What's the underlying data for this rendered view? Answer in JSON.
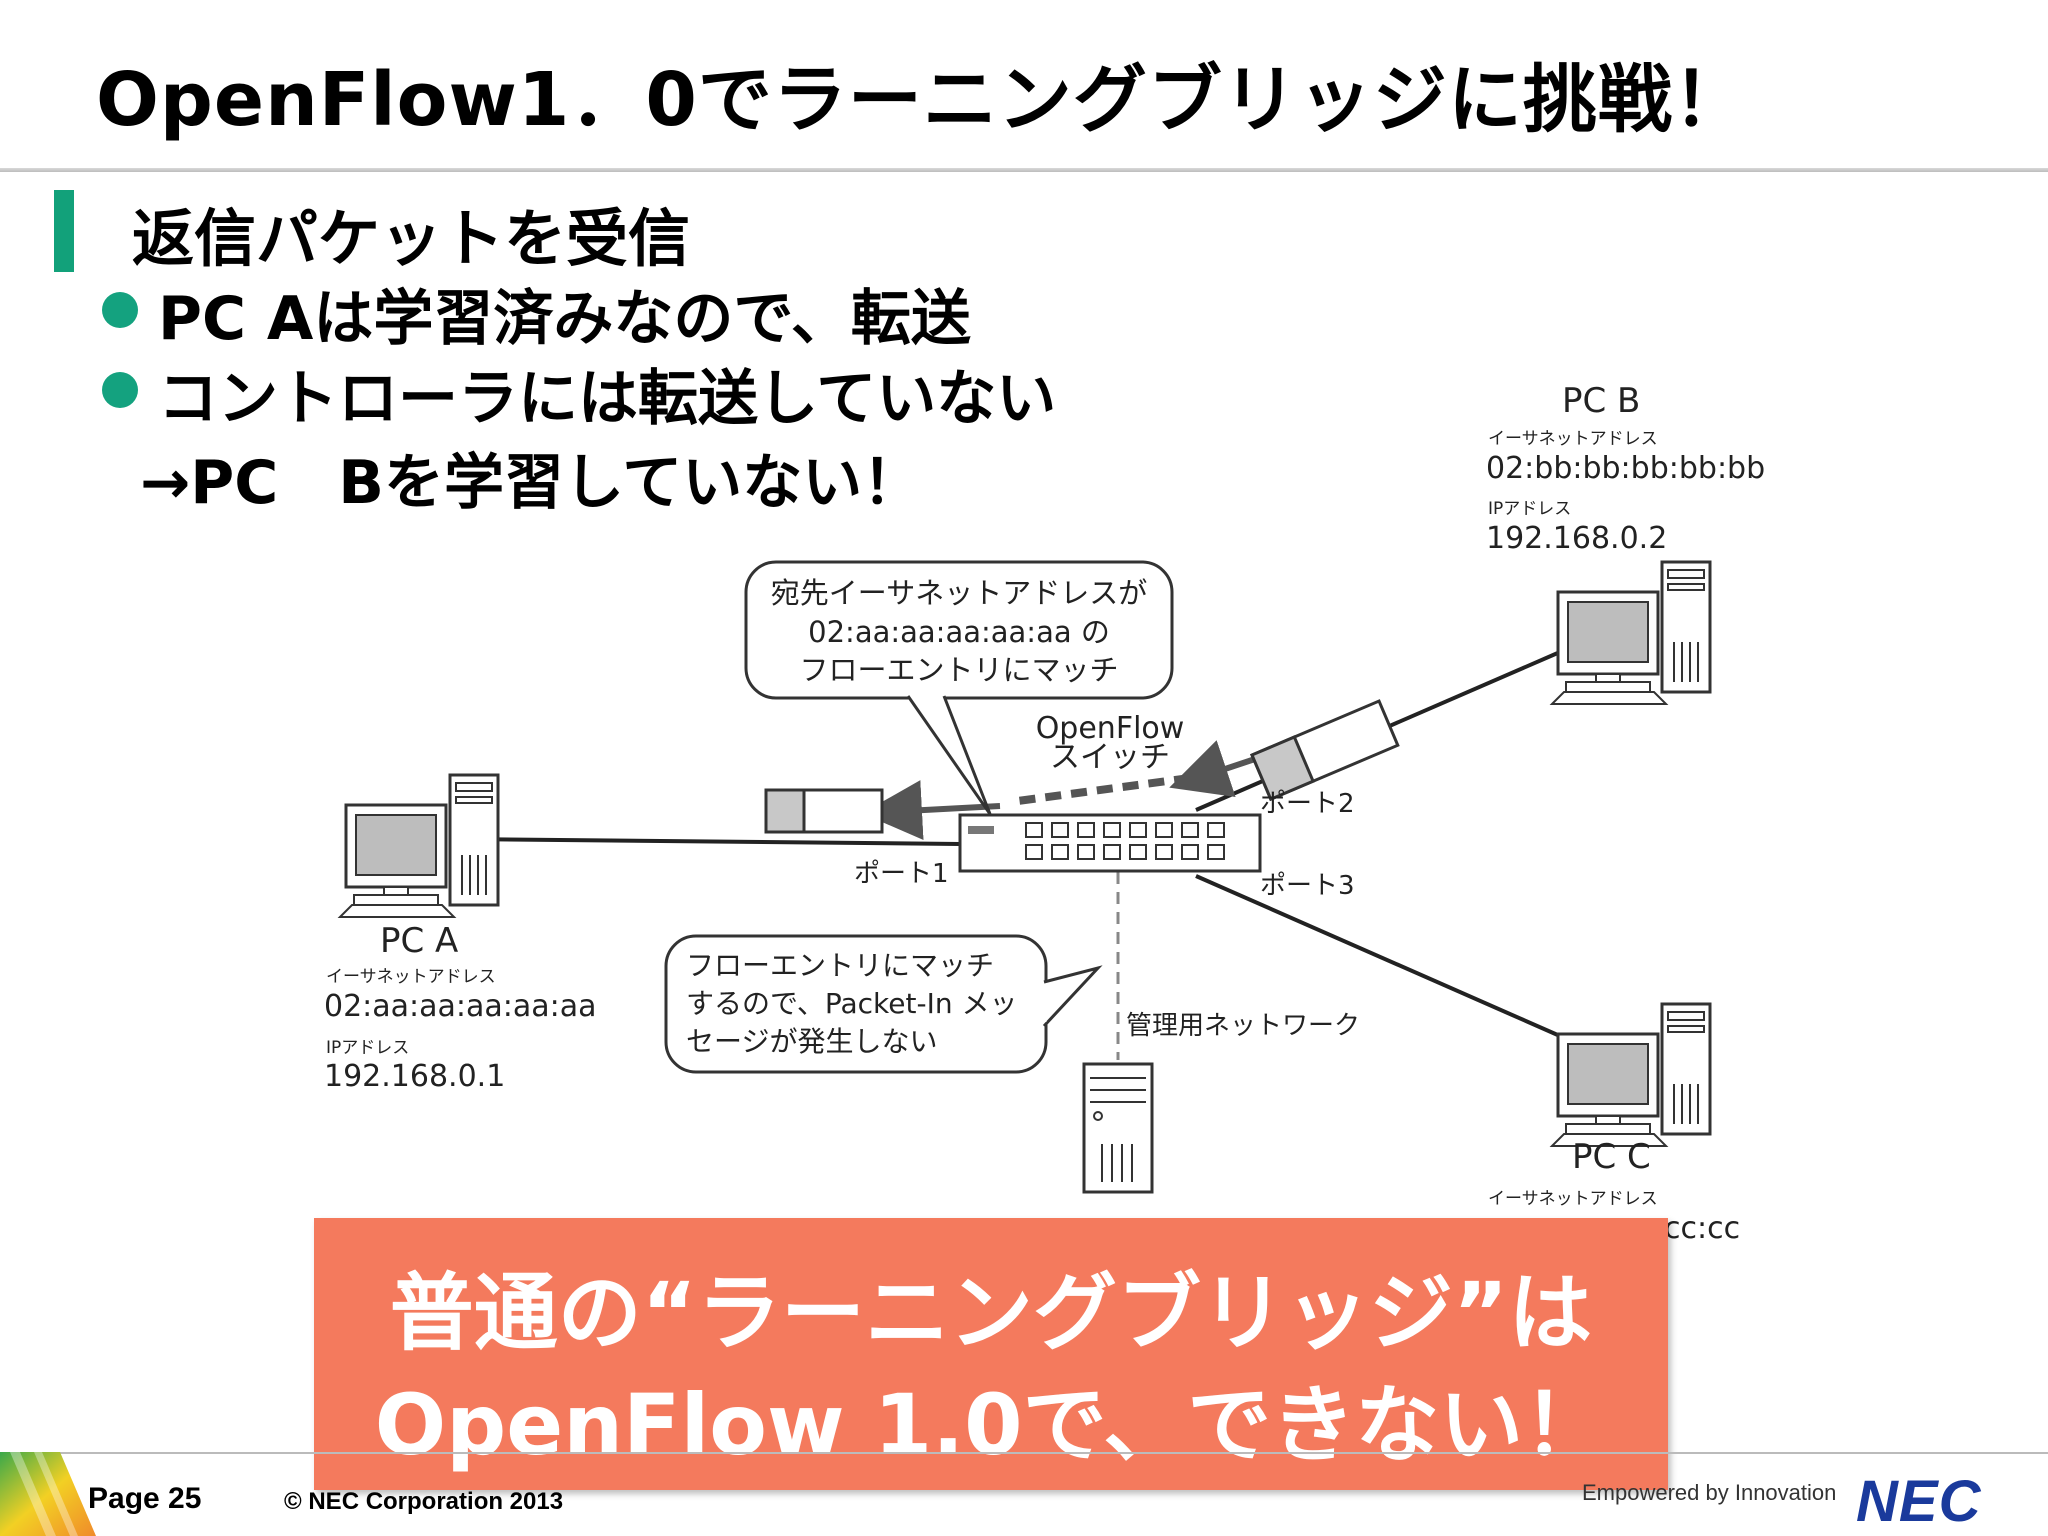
{
  "slide": {
    "title": "OpenFlow1．0でラーニングブリッジに挑戦！",
    "section_heading": "返信パケットを受信",
    "bullets": [
      "PC Aは学習済みなので、転送",
      "コントローラには転送していない"
    ],
    "bullet_continuation": "→PC　Bを学習していない！",
    "callout": {
      "line1": "普通の“ラーニングブリッジ”は",
      "line2": "OpenFlow 1.0で、できない！"
    }
  },
  "diagram": {
    "pc_a": {
      "name": "PC A",
      "mac_label": "イーサネットアドレス",
      "mac": "02:aa:aa:aa:aa:aa",
      "ip_label": "IPアドレス",
      "ip": "192.168.0.1"
    },
    "pc_b": {
      "name": "PC B",
      "mac_label": "イーサネットアドレス",
      "mac": "02:bb:bb:bb:bb:bb",
      "ip_label": "IPアドレス",
      "ip": "192.168.0.2"
    },
    "pc_c": {
      "name": "PC C",
      "mac_label": "イーサネットアドレス",
      "mac_suffix": "cc:cc"
    },
    "switch": {
      "line1": "OpenFlow",
      "line2": "スイッチ"
    },
    "ports": {
      "p1": "ポート1",
      "p2": "ポート2",
      "p3": "ポート3"
    },
    "mgmt_network": "管理用ネットワーク",
    "bubble_top": [
      "宛先イーサネットアドレスが",
      "02:aa:aa:aa:aa:aa の",
      "フローエントリにマッチ"
    ],
    "bubble_bottom": [
      "フローエントリにマッチ",
      "するので、Packet-In メッ",
      "セージが発生しない"
    ]
  },
  "footer": {
    "page": "Page 25",
    "copyright": "© NEC Corporation 2013",
    "tagline": "Empowered by Innovation",
    "logo": "NEC"
  },
  "colors": {
    "accent": "#12a17a",
    "callout_bg": "#f47a5d",
    "logo": "#1a3a9c"
  }
}
